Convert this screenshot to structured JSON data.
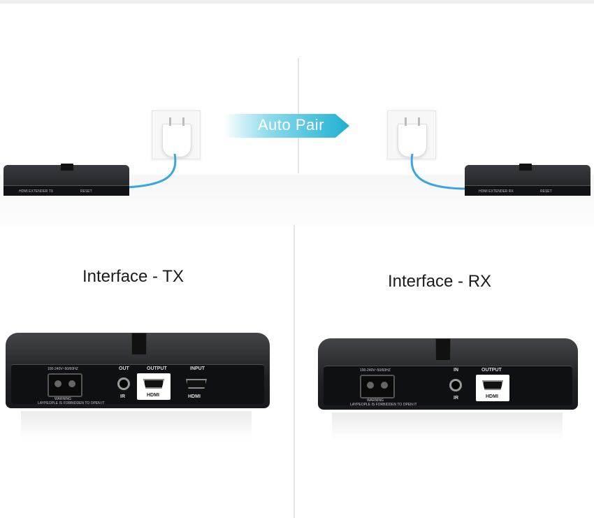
{
  "diagram": {
    "arrow_label": "Auto Pair",
    "tx_small_label": "HDMI EXTENDER TX",
    "rx_small_label": "HDMI EXTENDER RX",
    "reset_label": "RESET"
  },
  "interfaces": {
    "tx": {
      "title": "Interface - TX",
      "power_rating": "100-240V~50/60HZ",
      "warning": "WARNING",
      "warning_sub": "LAYPEOPLE IS FORBIDDEN TO OPEN IT",
      "ir_out_label": "OUT",
      "ir_label": "IR",
      "output_label": "OUTPUT",
      "input_label": "INPUT",
      "hdmi_label_1": "HDMI",
      "hdmi_label_2": "HDMI"
    },
    "rx": {
      "title": "Interface - RX",
      "power_rating": "100-240V~50/60HZ",
      "warning": "WARNING",
      "warning_sub": "LAYPEOPLE IS FORBIDDEN TO OPEN IT",
      "ir_in_label": "IN",
      "ir_label": "IR",
      "output_label": "OUTPUT",
      "hdmi_label": "HDMI"
    }
  },
  "colors": {
    "arrow_start": "#ffffff",
    "arrow_end": "#2bb6d6",
    "cable": "#3aa6e0",
    "device_dark": "#1c1d21"
  }
}
